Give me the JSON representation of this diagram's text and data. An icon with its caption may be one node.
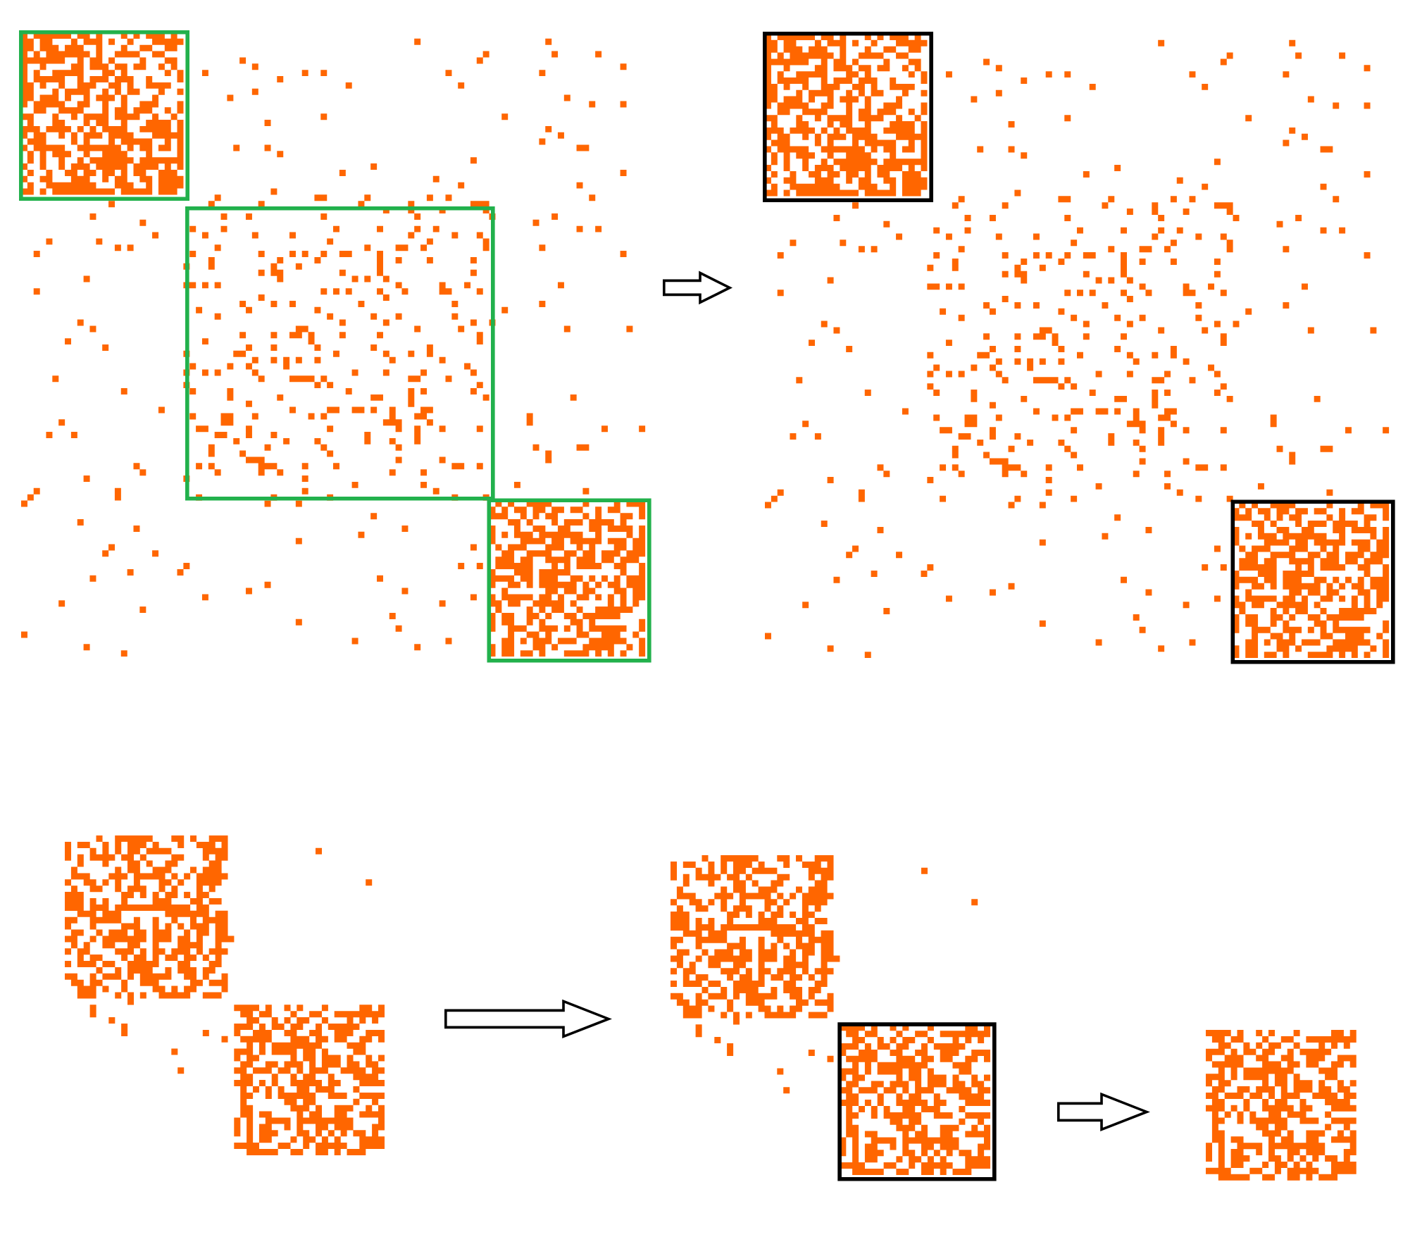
{
  "diagram": {
    "nodes": [
      {
        "text": [],
        "shape": "picture"
      },
      {
        "text": [],
        "shape": "box",
        "in": 0
      },
      {
        "text": [],
        "shape": "box",
        "in": 0
      },
      {
        "text": [],
        "shape": "box",
        "in": 0
      },
      {
        "text": [],
        "shape": "picture"
      },
      {
        "text": [],
        "shape": "box",
        "in": 4
      },
      {
        "text": [],
        "shape": "box",
        "in": 4
      },
      {
        "text": [],
        "shape": "picture"
      },
      {
        "text": [],
        "shape": "picture"
      },
      {
        "text": [],
        "shape": "box",
        "in": 8
      },
      {
        "text": [],
        "shape": "picture"
      }
    ],
    "edges": [
      {
        "from": 0,
        "to": 4,
        "arrow": "to"
      },
      {
        "from": 7,
        "to": 8,
        "arrow": "to"
      },
      {
        "from": 8,
        "to": 10,
        "arrow": "to"
      }
    ]
  }
}
